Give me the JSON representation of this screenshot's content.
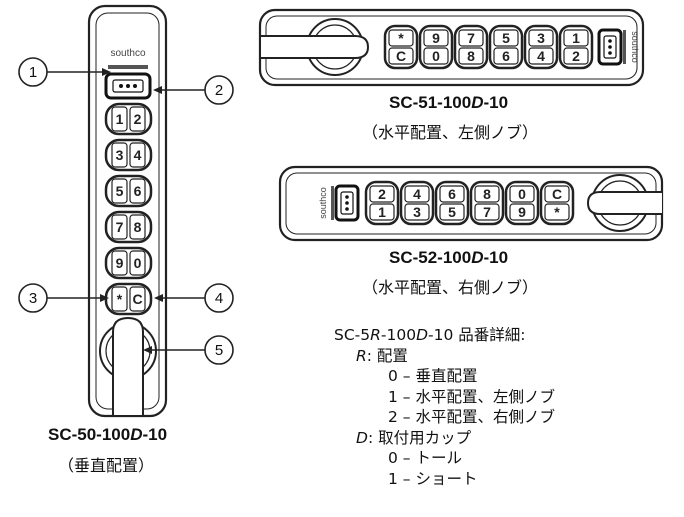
{
  "callouts": [
    "1",
    "2",
    "3",
    "4",
    "5"
  ],
  "brand": "southco",
  "keys": {
    "vertical": [
      [
        "1",
        "2"
      ],
      [
        "3",
        "4"
      ],
      [
        "5",
        "6"
      ],
      [
        "7",
        "8"
      ],
      [
        "9",
        "0"
      ],
      [
        "*",
        "C"
      ]
    ],
    "left_top": [
      "*",
      "9",
      "7",
      "5",
      "3",
      "1"
    ],
    "left_bottom": [
      "C",
      "0",
      "8",
      "6",
      "4",
      "2"
    ],
    "right_top": [
      "2",
      "4",
      "6",
      "8",
      "0",
      "C"
    ],
    "right_bottom": [
      "1",
      "3",
      "5",
      "7",
      "9",
      "*"
    ]
  },
  "vertical_model": {
    "prefix": "SC-50-100",
    "var": "D",
    "suffix": "-10",
    "caption": "（垂直配置）"
  },
  "left_model": {
    "prefix": "SC-51-100",
    "var": "D",
    "suffix": "-10",
    "caption": "（水平配置、左側ノブ）"
  },
  "right_model": {
    "prefix": "SC-52-100",
    "var": "D",
    "suffix": "-10",
    "caption": "（水平配置、右側ノブ）"
  },
  "legend": {
    "head_pre": "SC-5",
    "head_r": "R",
    "head_mid": "-100",
    "head_d": "D",
    "head_post": "-10  品番詳細:",
    "r_letter": "R",
    "r_label": ": 配置",
    "r_items": [
      "0 – 垂直配置",
      "1 – 水平配置、左側ノブ",
      "2 – 水平配置、右側ノブ"
    ],
    "d_letter": "D",
    "d_label": ": 取付用カップ",
    "d_items": [
      "0 – トール",
      "1 – ショート"
    ]
  }
}
